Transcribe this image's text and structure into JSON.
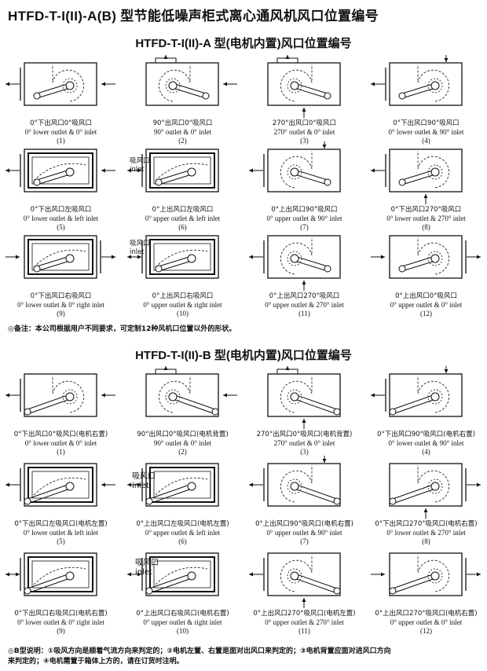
{
  "main_title": "HTFD-T-I(II)-A(B) 型节能低噪声柜式离心通风机风口位置编号",
  "section_a": {
    "title": "HTFD-T-I(II)-A 型(电机内置)风口位置编号",
    "cells": [
      {
        "zh": "0°下出风口0°吸风口",
        "en": "0° lower outlet & 0° inlet",
        "num": "(1)"
      },
      {
        "zh": "90°出风口0°吸风口",
        "en": "90° outlet & 0° inlet",
        "num": "(2)"
      },
      {
        "zh": "270°出风口0°吸风口",
        "en": "270° outlet & 0° inlet",
        "num": "(3)"
      },
      {
        "zh": "0°下出风口90°吸风口",
        "en": "0° lower outlet & 90° inlet",
        "num": "(4)"
      },
      {
        "zh": "0°下出风口左吸风口",
        "en": "0° lower outlet & left inlet",
        "num": "(5)"
      },
      {
        "zh": "0°上出风口左吸风口",
        "en": "0° upper outlet & left inlet",
        "num": "(6)"
      },
      {
        "zh": "0°上出风口90°吸风口",
        "en": "0° upper outlet & 90° inlet",
        "num": "(7)"
      },
      {
        "zh": "0°下出风口270°吸风口",
        "en": "0° lower outlet & 270° inlet",
        "num": "(8)"
      },
      {
        "zh": "0°下出风口右吸风口",
        "en": "0° lower outlet & 0° right inlet",
        "num": "(9)"
      },
      {
        "zh": "0°上出风口右吸风口",
        "en": "0° upper outlet & right inlet",
        "num": "(10)"
      },
      {
        "zh": "0°上出风口270°吸风口",
        "en": "0° upper outlet & 270° inlet",
        "num": "(11)"
      },
      {
        "zh": "0°上出风口0°吸风口",
        "en": "0° upper outlet & 0° inlet",
        "num": "(12)"
      }
    ],
    "inlet_zh": "吸风口",
    "inlet_en": "inlet",
    "note": "◎备注：本公司根据用户不同要求，可定制12种风机口位置以外的形状。"
  },
  "section_b": {
    "title": "HTFD-T-I(II)-B 型(电机内置)风口位置编号",
    "cells": [
      {
        "zh": "0°下出风口0°吸风口(电机右置)",
        "en": "0° lower outlet & 0° inlet",
        "num": "(1)"
      },
      {
        "zh": "90°出风口0°吸风口(电机背置)",
        "en": "90° outlet & 0° inlet",
        "num": "(2)"
      },
      {
        "zh": "270°出风口0°吸风口(电机背置)",
        "en": "270° outlet & 0° inlet",
        "num": "(3)"
      },
      {
        "zh": "0°下出风口90°吸风口(电机右置)",
        "en": "0° lower outlet & 90° inlet",
        "num": "(4)"
      },
      {
        "zh": "0°下出风口左吸风口(电机左置)",
        "en": "0° lower outlet & left inlet",
        "num": "(5)"
      },
      {
        "zh": "0°上出风口左吸风口(电机左置)",
        "en": "0° upper outlet & left inlet",
        "num": "(6)"
      },
      {
        "zh": "0°上出风口90°吸风口(电机右置)",
        "en": "0° upper outlet & 90° inlet",
        "num": "(7)"
      },
      {
        "zh": "0°下出风口270°吸风口(电机右置)",
        "en": "0° lower outlet & 270° inlet",
        "num": "(8)"
      },
      {
        "zh": "0°下出风口右吸风口(电机右置)",
        "en": "0° lower outlet & 0° right inlet",
        "num": "(9)"
      },
      {
        "zh": "0°上出风口右吸风口(电机右置)",
        "en": "0° upper outlet & right inlet",
        "num": "(10)"
      },
      {
        "zh": "0°上出风口270°吸风口(电机左置)",
        "en": "0° upper outlet & 270° inlet",
        "num": "(11)"
      },
      {
        "zh": "0°上出风口270°吸风口(电机右置)",
        "en": "0° upper outlet & 0° inlet",
        "num": "(12)"
      }
    ],
    "inlet_zh": "吸风口",
    "inlet_en": "inlet",
    "note_line1": "◎B型说明：①吸风方向是顺着气流方向来判定的；②电机左置、右置是面对出风口来判定的；③电机背置应面对进风口方向",
    "note_line2": "来判定的；④电机需置于箱体上方的，请在订货时注明。"
  }
}
